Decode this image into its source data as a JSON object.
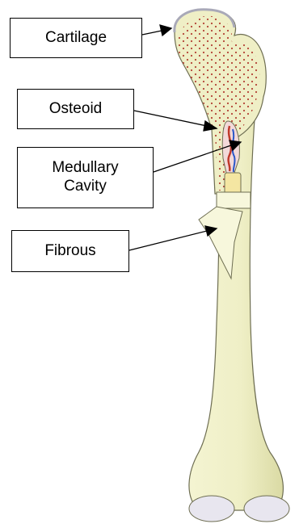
{
  "labels": {
    "cartilage": "Cartilage",
    "osteoid": "Osteoid",
    "medullary_line1": "Medullary",
    "medullary_line2": "Cavity",
    "fibrous": "Fibrous"
  },
  "colors": {
    "bone": "#efefc6",
    "bone_shade": "#dcdca8",
    "outline": "#6e6e52",
    "spongy_dots": "#b03a2e",
    "joint_cap": "#e8e6ef",
    "marrow_red": "#c0392b",
    "marrow_blue": "#2a57c9",
    "plug_yellow": "#f4e6a2"
  }
}
